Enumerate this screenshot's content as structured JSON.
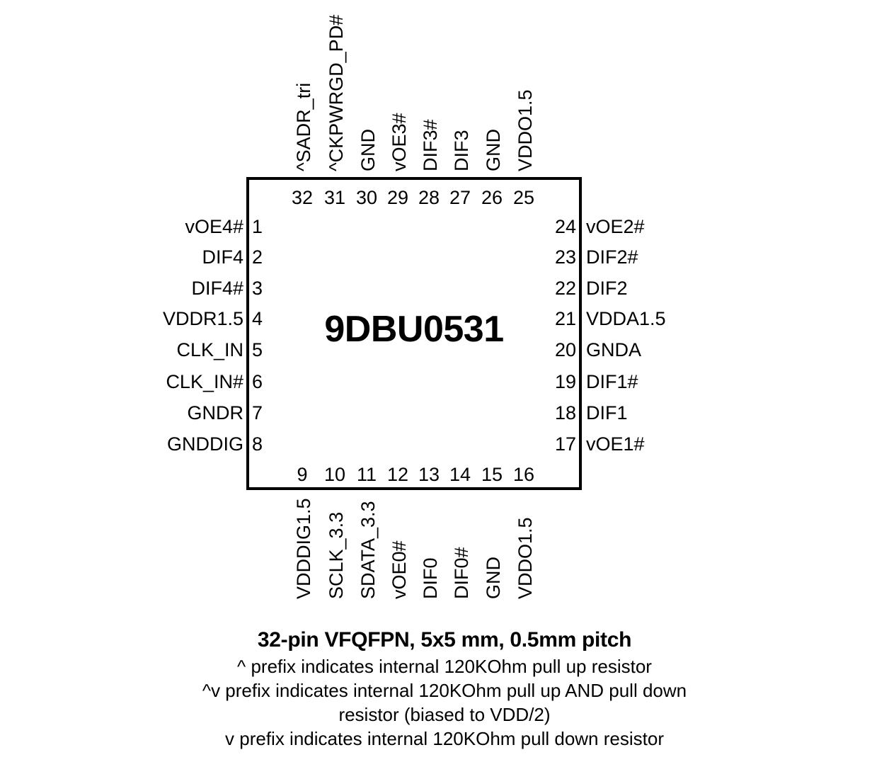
{
  "diagram": {
    "type": "ic-pinout",
    "part_number": "9DBU0531",
    "package_outline_color": "#000000",
    "background_color": "#ffffff",
    "text_color": "#000000"
  },
  "pins": {
    "left": [
      {
        "number": "1",
        "label": "vOE4#"
      },
      {
        "number": "2",
        "label": "DIF4"
      },
      {
        "number": "3",
        "label": "DIF4#"
      },
      {
        "number": "4",
        "label": "VDDR1.5"
      },
      {
        "number": "5",
        "label": "CLK_IN"
      },
      {
        "number": "6",
        "label": "CLK_IN#"
      },
      {
        "number": "7",
        "label": "GNDR"
      },
      {
        "number": "8",
        "label": "GNDDIG"
      }
    ],
    "bottom": [
      {
        "number": "9",
        "label": "VDDDIG1.5"
      },
      {
        "number": "10",
        "label": "SCLK_3.3"
      },
      {
        "number": "11",
        "label": "SDATA_3.3"
      },
      {
        "number": "12",
        "label": "vOE0#"
      },
      {
        "number": "13",
        "label": "DIF0"
      },
      {
        "number": "14",
        "label": "DIF0#"
      },
      {
        "number": "15",
        "label": "GND"
      },
      {
        "number": "16",
        "label": "VDDO1.5"
      }
    ],
    "right": [
      {
        "number": "17",
        "label": "vOE1#"
      },
      {
        "number": "18",
        "label": "DIF1"
      },
      {
        "number": "19",
        "label": "DIF1#"
      },
      {
        "number": "20",
        "label": "GNDA"
      },
      {
        "number": "21",
        "label": "VDDA1.5"
      },
      {
        "number": "22",
        "label": "DIF2"
      },
      {
        "number": "23",
        "label": "DIF2#"
      },
      {
        "number": "24",
        "label": "vOE2#"
      }
    ],
    "top": [
      {
        "number": "25",
        "label": "VDDO1.5"
      },
      {
        "number": "26",
        "label": "GND"
      },
      {
        "number": "27",
        "label": "DIF3"
      },
      {
        "number": "28",
        "label": "DIF3#"
      },
      {
        "number": "29",
        "label": "vOE3#"
      },
      {
        "number": "30",
        "label": "GND"
      },
      {
        "number": "31",
        "label": "^CKPWRGD_PD#"
      },
      {
        "number": "32",
        "label": "^SADR_tri"
      }
    ]
  },
  "caption": {
    "title": "32-pin VFQFPN, 5x5 mm, 0.5mm pitch",
    "notes": [
      "^ prefix indicates internal 120KOhm pull up resistor",
      "^v prefix indicates internal 120KOhm pull up AND pull down",
      "resistor (biased to VDD/2)",
      "v prefix indicates internal 120KOhm pull down resistor"
    ]
  }
}
